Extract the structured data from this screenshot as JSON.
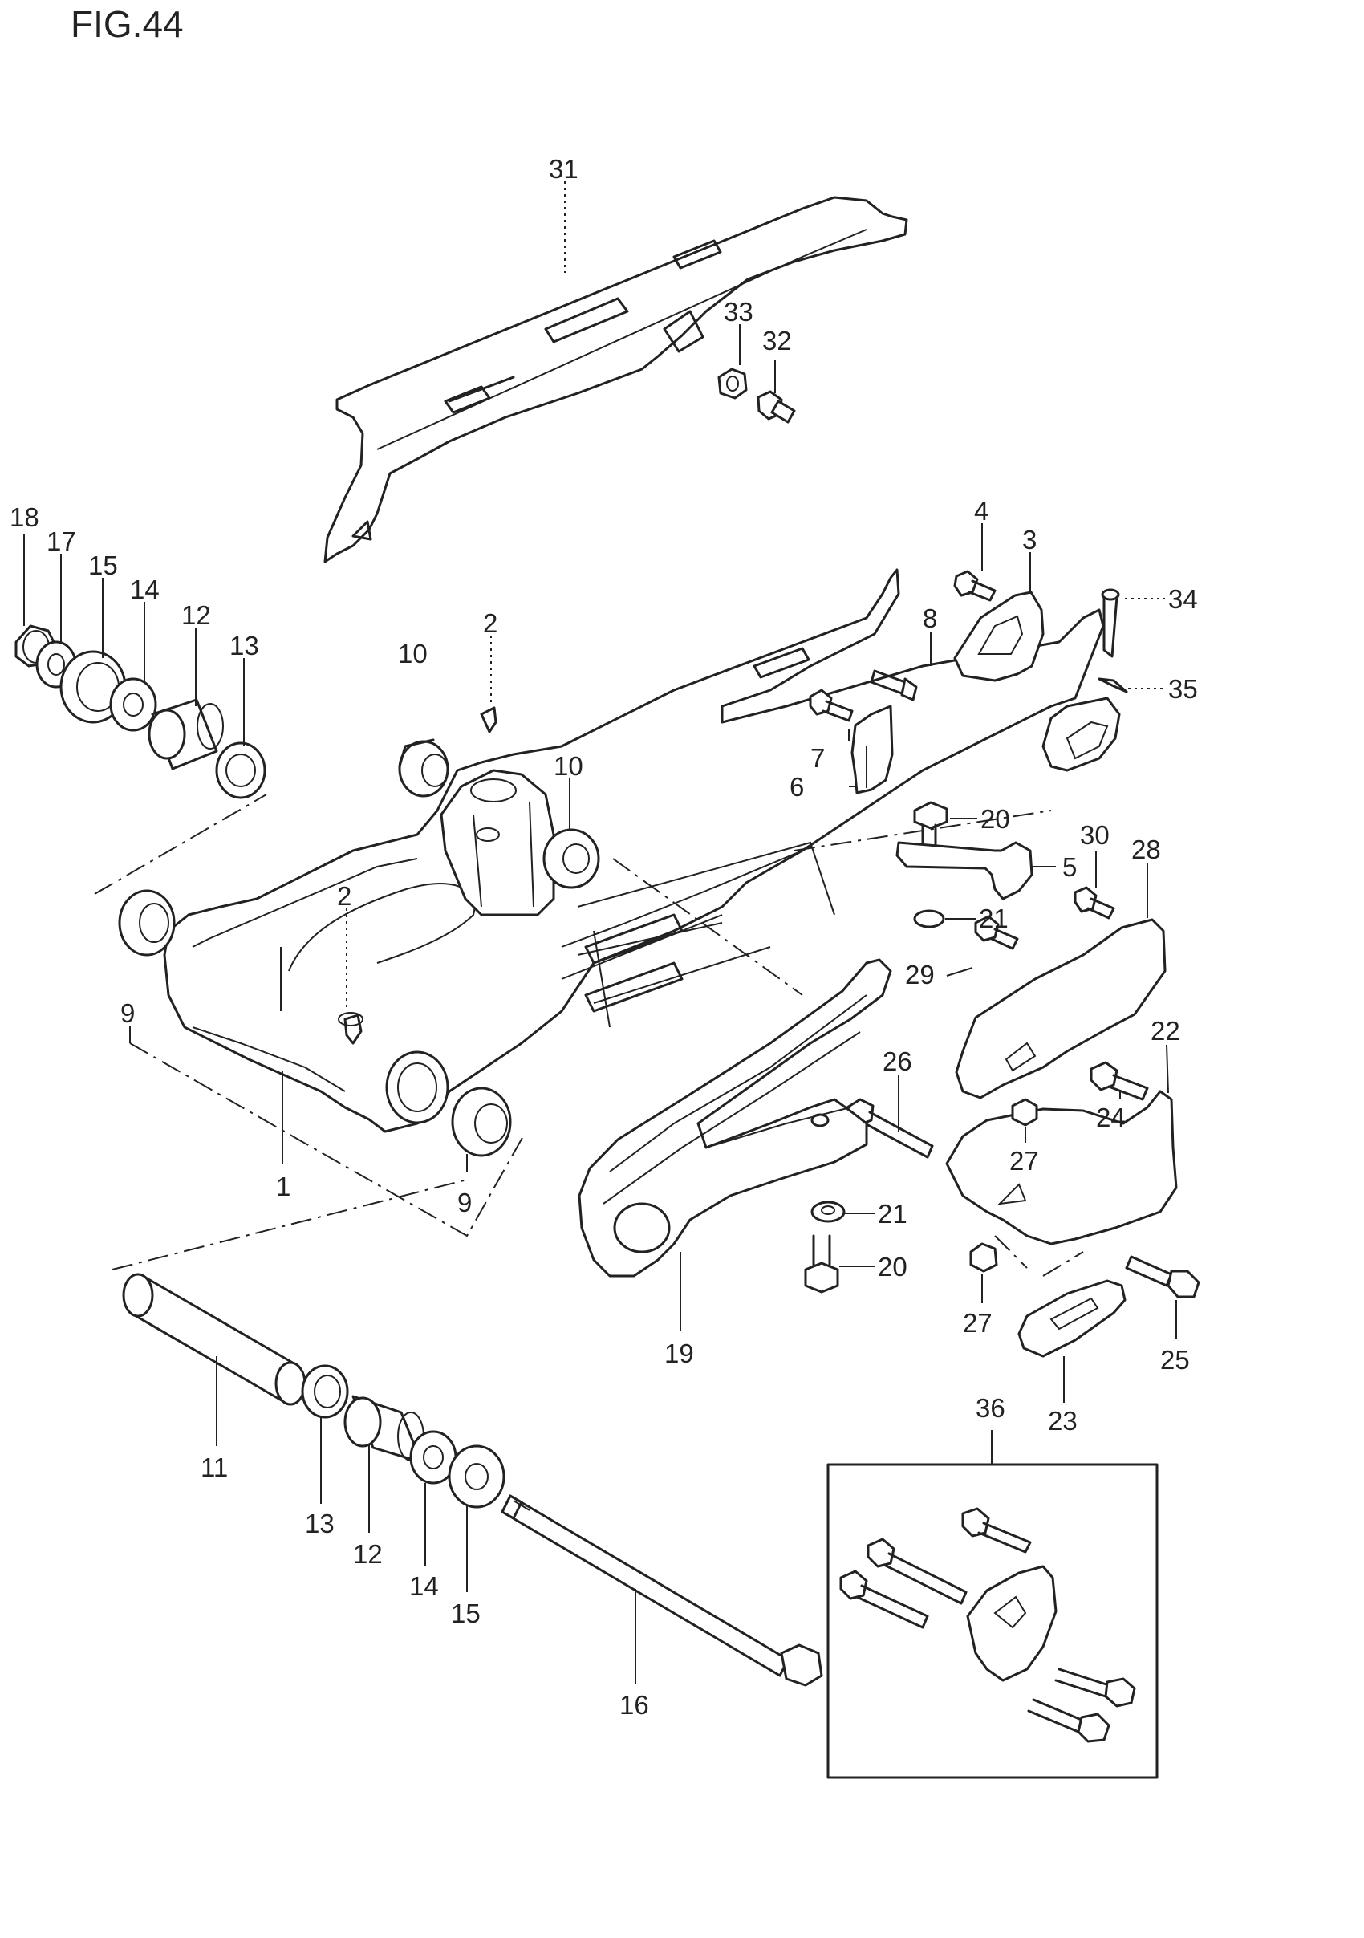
{
  "figure": {
    "title": "FIG.44"
  },
  "callouts": [
    {
      "id": "c31",
      "label": "31"
    },
    {
      "id": "c33",
      "label": "33"
    },
    {
      "id": "c32",
      "label": "32"
    },
    {
      "id": "c18",
      "label": "18"
    },
    {
      "id": "c17",
      "label": "17"
    },
    {
      "id": "c15a",
      "label": "15"
    },
    {
      "id": "c14a",
      "label": "14"
    },
    {
      "id": "c12a",
      "label": "12"
    },
    {
      "id": "c13a",
      "label": "13"
    },
    {
      "id": "c10a",
      "label": "10"
    },
    {
      "id": "c2a",
      "label": "2"
    },
    {
      "id": "c10b",
      "label": "10"
    },
    {
      "id": "c2b",
      "label": "2"
    },
    {
      "id": "c9a",
      "label": "9"
    },
    {
      "id": "c1",
      "label": "1"
    },
    {
      "id": "c9b",
      "label": "9"
    },
    {
      "id": "c4",
      "label": "4"
    },
    {
      "id": "c3",
      "label": "3"
    },
    {
      "id": "c8",
      "label": "8"
    },
    {
      "id": "c34",
      "label": "34"
    },
    {
      "id": "c35",
      "label": "35"
    },
    {
      "id": "c7",
      "label": "7"
    },
    {
      "id": "c6",
      "label": "6"
    },
    {
      "id": "c20a",
      "label": "20"
    },
    {
      "id": "c5",
      "label": "5"
    },
    {
      "id": "c30",
      "label": "30"
    },
    {
      "id": "c28",
      "label": "28"
    },
    {
      "id": "c21a",
      "label": "21"
    },
    {
      "id": "c29",
      "label": "29"
    },
    {
      "id": "c22",
      "label": "22"
    },
    {
      "id": "c26",
      "label": "26"
    },
    {
      "id": "c24",
      "label": "24"
    },
    {
      "id": "c27a",
      "label": "27"
    },
    {
      "id": "c21b",
      "label": "21"
    },
    {
      "id": "c20b",
      "label": "20"
    },
    {
      "id": "c27b",
      "label": "27"
    },
    {
      "id": "c25",
      "label": "25"
    },
    {
      "id": "c19",
      "label": "19"
    },
    {
      "id": "c23",
      "label": "23"
    },
    {
      "id": "c36",
      "label": "36"
    },
    {
      "id": "c11",
      "label": "11"
    },
    {
      "id": "c13b",
      "label": "13"
    },
    {
      "id": "c12b",
      "label": "12"
    },
    {
      "id": "c14b",
      "label": "14"
    },
    {
      "id": "c15b",
      "label": "15"
    },
    {
      "id": "c16",
      "label": "16"
    }
  ]
}
